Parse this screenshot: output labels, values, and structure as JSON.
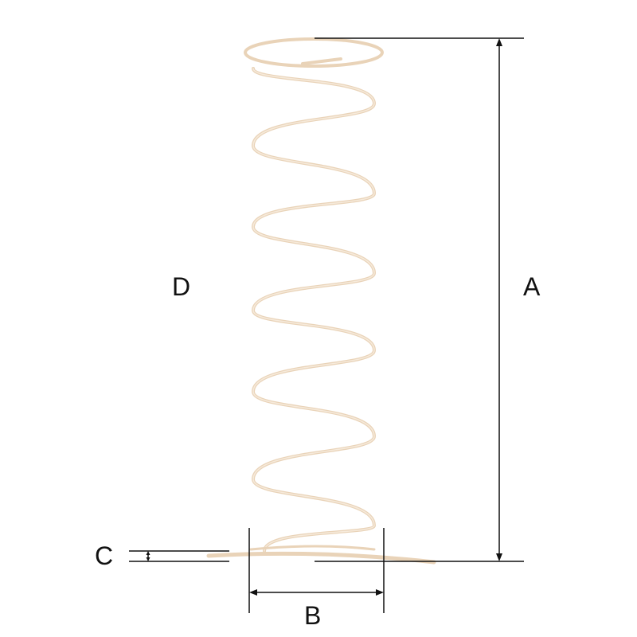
{
  "labels": {
    "a": "A",
    "b": "B",
    "c": "C",
    "d": "D"
  },
  "colors": {
    "background": "#ffffff",
    "dimension_lines": "#111111",
    "spring_wire": "#e9d3b8",
    "spring_wire_highlight": "#f6eadb",
    "label_text": "#111111"
  }
}
